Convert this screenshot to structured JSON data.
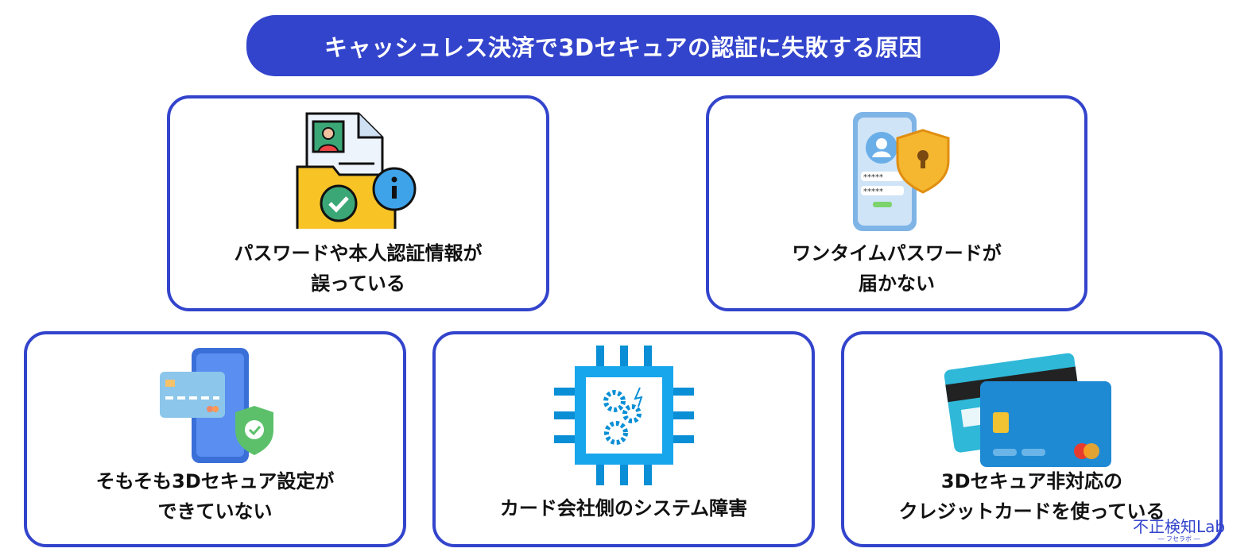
{
  "title": "キャッシュレス決済で3Dセキュアの認証に失敗する原因",
  "causes": [
    {
      "line1": "パスワードや本人認証情報が",
      "line2": "誤っている",
      "icon": "document-folder-info-icon"
    },
    {
      "line1": "ワンタイムパスワードが",
      "line2": "届かない",
      "icon": "phone-shield-login-icon"
    },
    {
      "line1": "そもそも3Dセキュア設定が",
      "line2": "できていない",
      "icon": "phone-card-shield-icon"
    },
    {
      "line1": "カード会社側のシステム障害",
      "line2": "",
      "icon": "chip-gears-icon"
    },
    {
      "line1": "3Dセキュア非対応の",
      "line2": "クレジットカードを使っている",
      "icon": "credit-cards-icon"
    }
  ],
  "watermark": {
    "main": "不正検知Lab",
    "sub": "― フセラボ ―"
  },
  "colors": {
    "accent": "#3344cc"
  }
}
